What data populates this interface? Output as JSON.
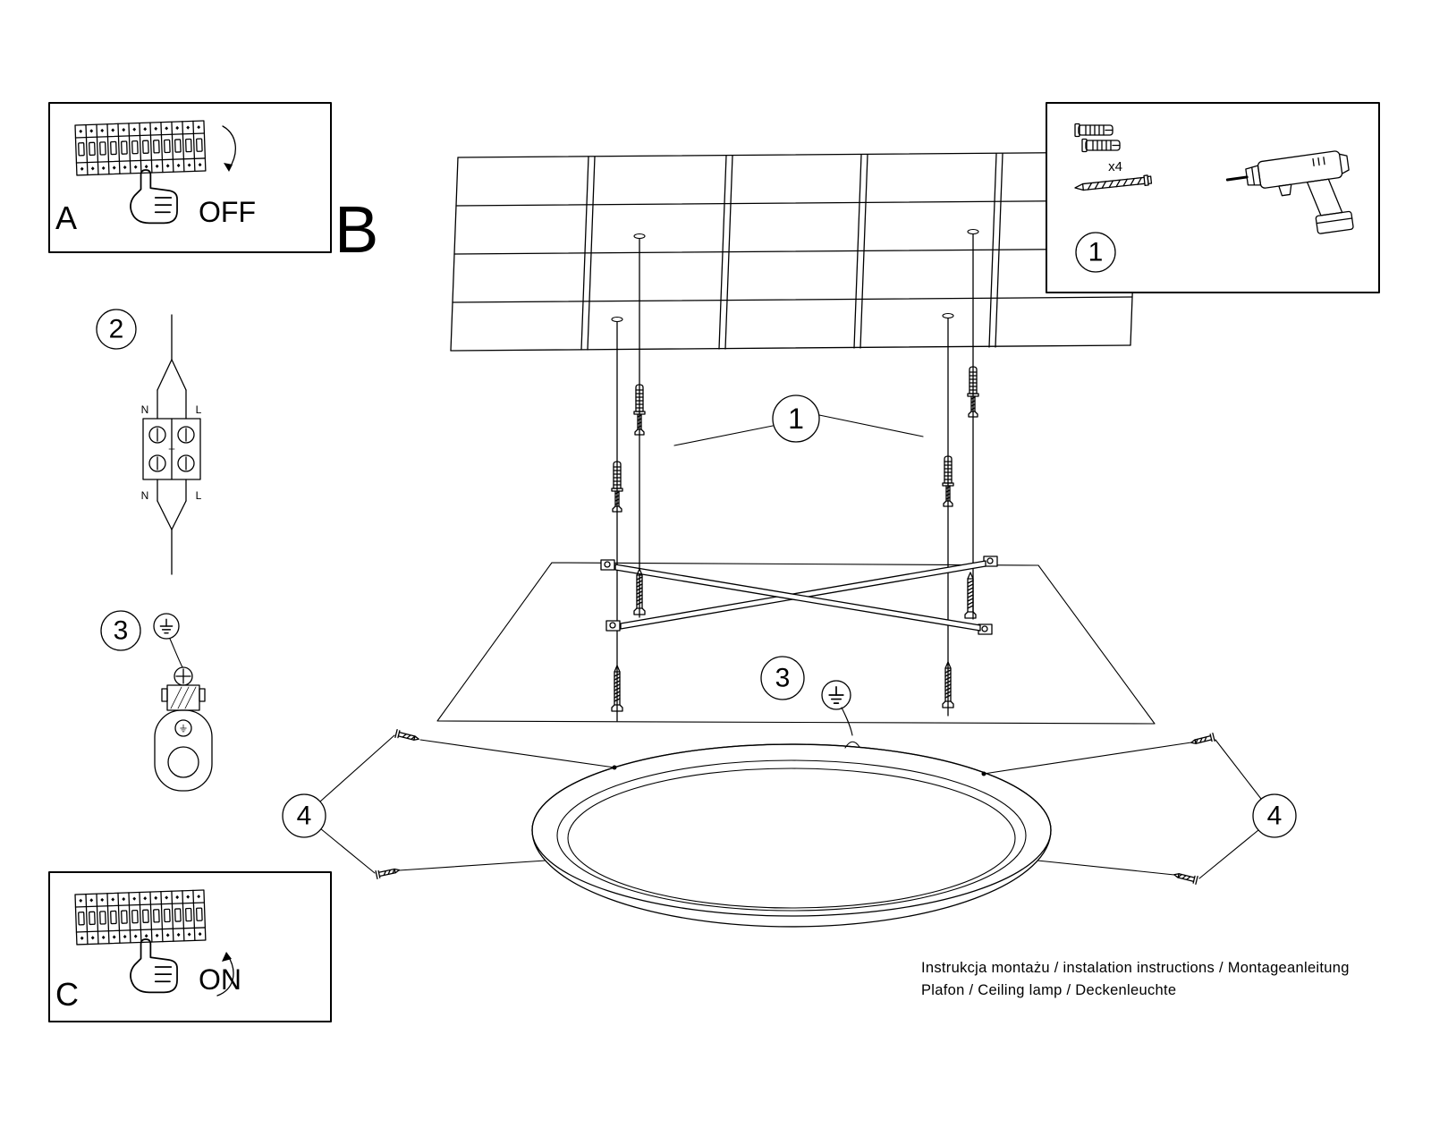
{
  "panels": {
    "a_label": "A",
    "b_label": "B",
    "c_label": "C",
    "off": "OFF",
    "on": "ON"
  },
  "steps": {
    "s1": "1",
    "s2": "2",
    "s3": "3",
    "s4": "4"
  },
  "hardware": {
    "anchors_count": "x4"
  },
  "wiring": {
    "n": "N",
    "l": "L"
  },
  "footer": {
    "line1": "Instrukcja montażu / instalation instructions / Montageanleitung",
    "line2": "Plafon / Ceiling lamp / Deckenleuchte"
  },
  "colors": {
    "ink": "#000000",
    "background": "#ffffff"
  }
}
